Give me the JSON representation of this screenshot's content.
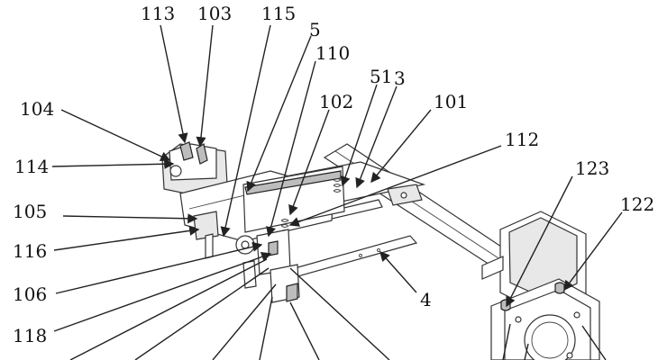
{
  "labels": {
    "l113": "113",
    "l103": "103",
    "l115": "115",
    "l5": "5",
    "l110": "110",
    "l51": "51",
    "l3": "3",
    "l102": "102",
    "l101": "101",
    "l104": "104",
    "l112": "112",
    "l114": "114",
    "l123": "123",
    "l105": "105",
    "l122": "122",
    "l116": "116",
    "l4": "4",
    "l106": "106",
    "l118": "118"
  }
}
